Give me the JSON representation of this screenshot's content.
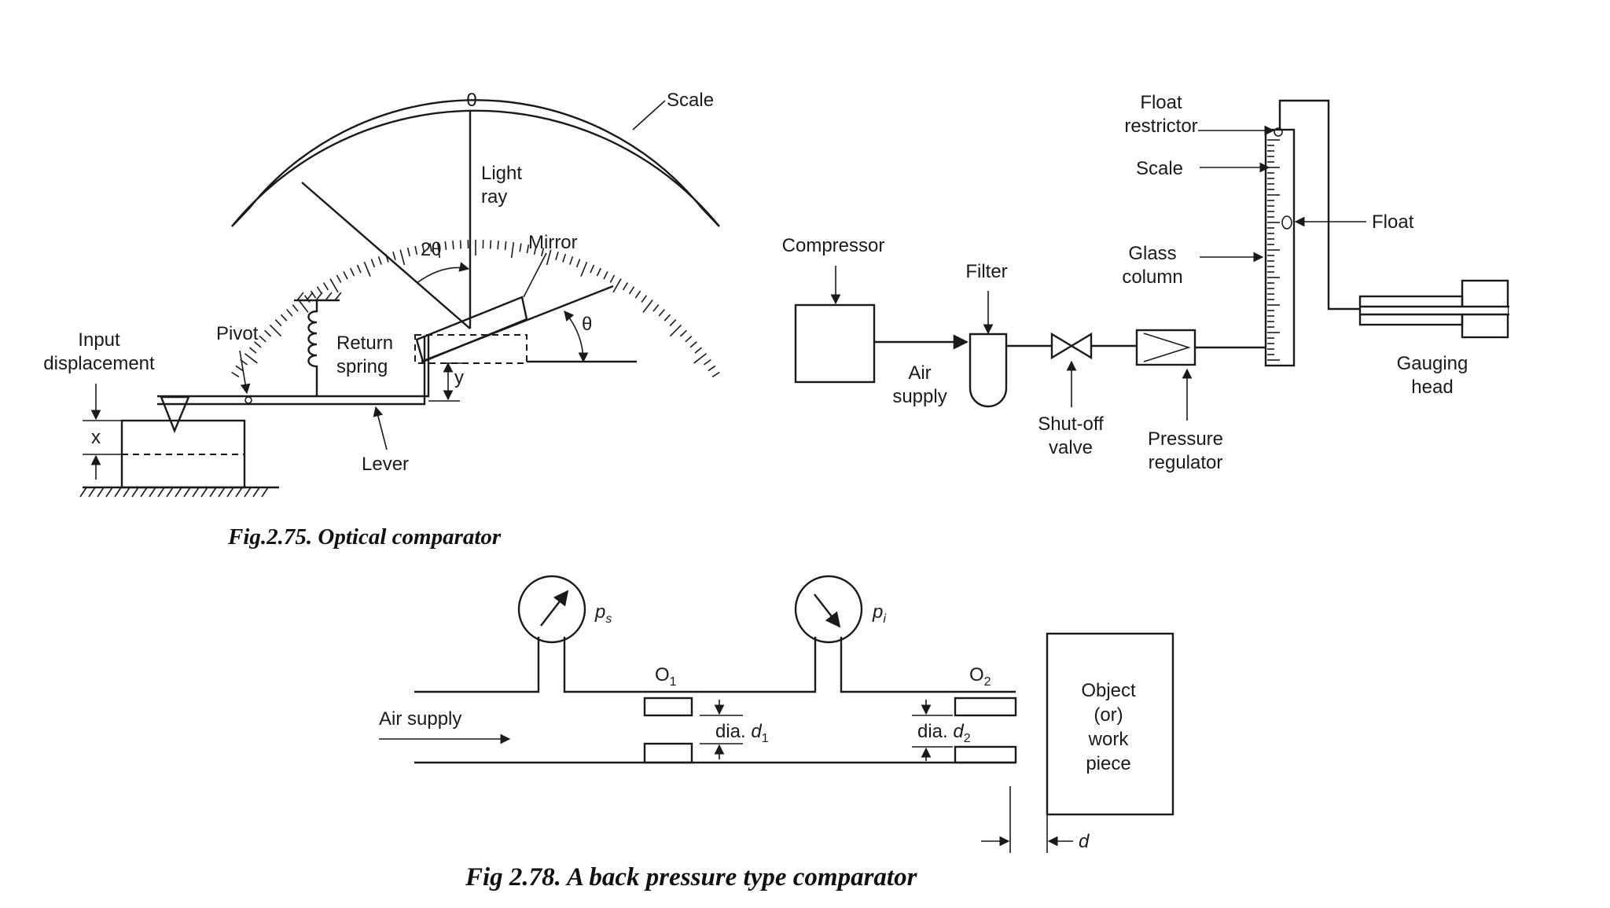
{
  "optical": {
    "caption": "Fig.2.75. Optical comparator",
    "labels": {
      "scale": "Scale",
      "zero": "0",
      "light_ray": "Light\nray",
      "two_theta": "2θ",
      "mirror": "Mirror",
      "theta": "θ",
      "input_displacement": "Input\ndisplacement",
      "pivot": "Pivot",
      "return_spring": "Return\nspring",
      "y": "y",
      "x": "x",
      "lever": "Lever"
    }
  },
  "flow": {
    "labels": {
      "float_restrictor": "Float\nrestrictor",
      "scale": "Scale",
      "float": "Float",
      "glass_column": "Glass\ncolumn",
      "compressor": "Compressor",
      "filter": "Filter",
      "air_supply": "Air\nsupply",
      "shutoff_valve": "Shut-off\nvalve",
      "pressure_regulator": "Pressure\nregulator",
      "gauging_head": "Gauging\nhead"
    }
  },
  "back_pressure": {
    "caption": "Fig 2.78. A back pressure type comparator",
    "labels": {
      "ps": "p_s",
      "pi": "p_i",
      "o1": "O_1",
      "o2": "O_2",
      "air_supply": "Air supply",
      "dia_d1": "dia. d_1",
      "dia_d2": "dia. d_2",
      "object": "Object\n(or)\nwork\npiece",
      "d": "d"
    }
  }
}
